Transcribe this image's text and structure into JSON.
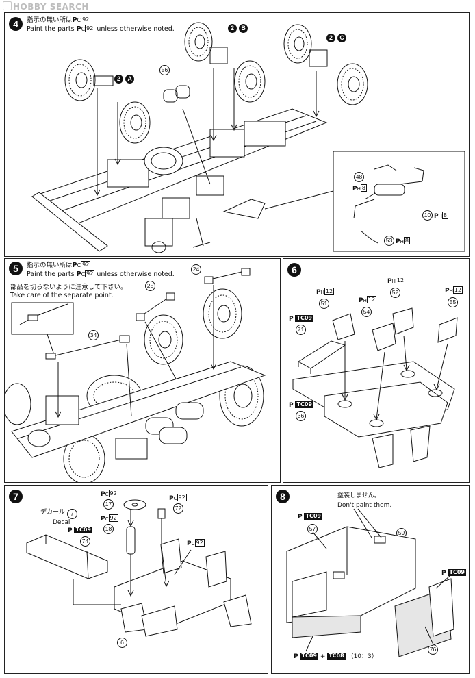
{
  "watermark": "HOBBY SEARCH",
  "step4": {
    "number": "4",
    "note_jp": "指示の無い所は",
    "note_en": "Paint the parts",
    "note_en_tail": "unless otherwise noted.",
    "paint_code": "C",
    "paint_num": "92",
    "sub_a": "2",
    "sub_a_letter": "A",
    "sub_b": "2",
    "sub_b_letter": "B",
    "sub_c": "2",
    "sub_c_letter": "C",
    "part_56": "56",
    "inset": {
      "part_48": "48",
      "part_48_paint": "H",
      "part_48_num": "8",
      "part_10": "10",
      "part_10_paint": "H",
      "part_10_num": "8",
      "part_53": "53",
      "part_53_paint": "H",
      "part_53_num": "8"
    }
  },
  "step5": {
    "number": "5",
    "note_jp": "指示の無い所は",
    "note_en": "Paint the parts",
    "note_en_tail": "unless otherwise noted.",
    "paint_code": "C",
    "paint_num": "92",
    "caution_jp": "部品を切らないように注意して下さい。",
    "caution_en": "Take care of the separate point.",
    "part_24": "24",
    "part_25": "25",
    "part_34": "34"
  },
  "step6": {
    "number": "6",
    "tc09_a": "TC09",
    "part_71": "71",
    "tc09_b": "TC09",
    "part_36": "36",
    "part_51": "51",
    "part_51_paint": "H",
    "part_51_num": "12",
    "part_54": "54",
    "part_54_paint": "H",
    "part_54_num": "12",
    "part_52": "52",
    "part_52_paint": "H",
    "part_52_num": "12",
    "part_55": "55",
    "part_55_paint": "H",
    "part_55_num": "12"
  },
  "step7": {
    "number": "7",
    "decal_jp": "デカール",
    "decal_en": "Decal",
    "decal_num": "7",
    "tc09": "TC09",
    "part_74": "74",
    "part_17": "17",
    "part_17_paint": "C",
    "part_17_num": "92",
    "part_18": "18",
    "part_18_paint": "C",
    "part_18_num": "92",
    "part_72": "72",
    "part_72_paint": "C",
    "part_72_num": "92",
    "seat_paint": "C",
    "seat_num": "92",
    "part_6": "6"
  },
  "step8": {
    "number": "8",
    "nopaint_jp": "塗装しません。",
    "nopaint_en": "Don't paint them.",
    "tc09_top": "TC09",
    "part_57": "57",
    "part_59a": "59",
    "part_59b": "59",
    "tc09_right": "TC09",
    "tc09_mix": "TC09",
    "tc08_mix": "TC08",
    "mix_ratio": "（10：3）",
    "part_76": "76"
  },
  "colors": {
    "ink": "#111111",
    "page": "#ffffff",
    "watermark": "#bdbdbd"
  }
}
